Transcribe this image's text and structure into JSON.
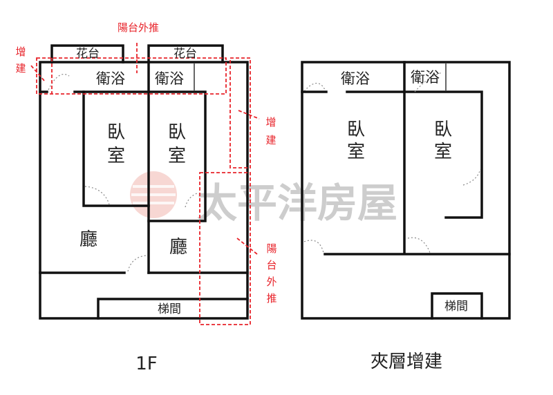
{
  "floor_1f": {
    "caption": "1F",
    "rooms": {
      "flower_left": "花台",
      "flower_right": "花台",
      "bath_left": "衛浴",
      "bath_right": "衛浴",
      "bed_left_1": "臥",
      "bed_left_2": "室",
      "bed_right_1": "臥",
      "bed_right_2": "室",
      "living_left": "廳",
      "living_right": "廳",
      "stairs": "梯間"
    },
    "annotations": {
      "balcony_top": "陽台外推",
      "addon_left_1": "增",
      "addon_left_2": "建",
      "addon_right_1": "增",
      "addon_right_2": "建",
      "balcony_right": [
        "陽",
        "台",
        "外",
        "推"
      ]
    }
  },
  "mezzanine": {
    "caption": "夾層增建",
    "rooms": {
      "bath_left": "衛浴",
      "bath_right": "衛浴",
      "bed_left_1": "臥",
      "bed_left_2": "室",
      "bed_right_1": "臥",
      "bed_right_2": "室",
      "stairs": "梯間"
    }
  },
  "watermark": "太平洋房屋",
  "colors": {
    "annotation": "#e8232a",
    "wall": "#111111"
  }
}
